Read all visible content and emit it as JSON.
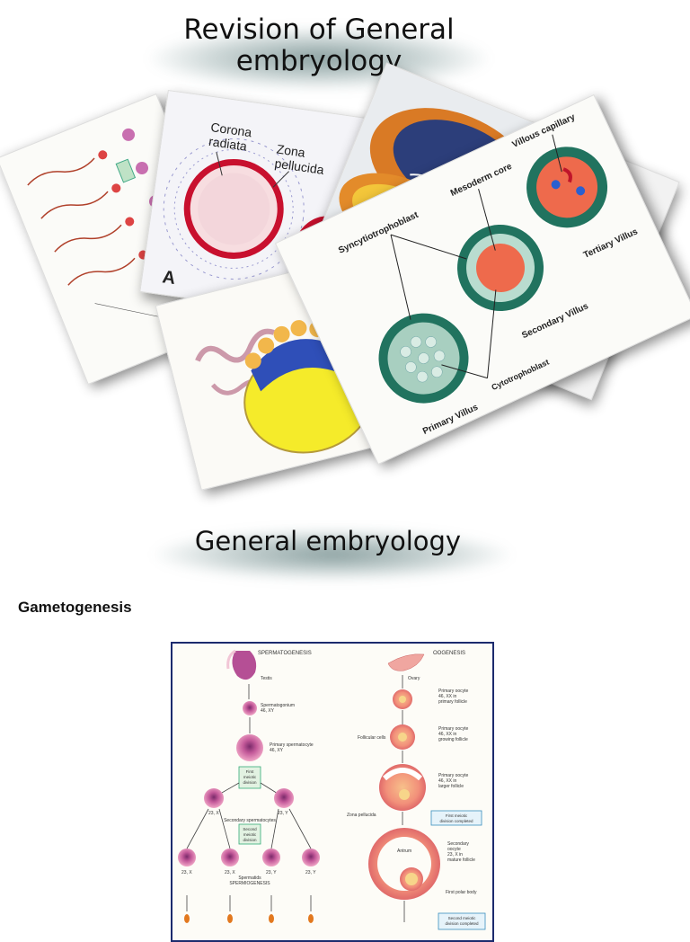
{
  "header": {
    "title_line1": "Revision of General",
    "title_line2": "embryology"
  },
  "section": {
    "heading": "General embryology",
    "subheading": "Gametogenesis"
  },
  "collage": {
    "card_corona": {
      "corona_line1": "Corona",
      "corona_line2": "radiata",
      "zona_line1": "Zona",
      "zona_line2": "pellucida",
      "panel_letter": "A"
    },
    "card_villi": {
      "syncytiotrophoblast": "Syncytiotrophoblast",
      "mesoderm_core": "Mesoderm core",
      "villous_capillary": "Villous capillary",
      "cytotrophoblast": "Cytotrophoblast",
      "primary_villus": "Primary Villus",
      "secondary_villus": "Secondary Villus",
      "tertiary_villus": "Tertiary Villus"
    }
  },
  "gametogenesis_figure": {
    "spermatogenesis_title": "SPERMATOGENESIS",
    "oogenesis_title": "OOGENESIS",
    "testis": "Testis",
    "spermatogonium": "Spermatogonium",
    "spermatogonium_karyotype": "46, XY",
    "primary_spermatocyte": "Primary spermatocyte",
    "primary_spermatocyte_karyotype": "46, XY",
    "first_meiotic_l1": "First",
    "first_meiotic_l2": "meiotic",
    "first_meiotic_l3": "division",
    "secondary_x": "23, X",
    "secondary_y": "23, Y",
    "secondary_spermatocytes": "Secondary spermatocytes",
    "second_meiotic_l1": "Second",
    "second_meiotic_l2": "meiotic",
    "second_meiotic_l3": "division",
    "spermatid_x1": "23, X",
    "spermatid_x2": "23, X",
    "spermatid_y1": "23, Y",
    "spermatid_y2": "23, Y",
    "spermatids": "Spermatids",
    "spermiogenesis": "SPERMIOGENESIS",
    "ovary": "Ovary",
    "oocyte1_l1": "Primary oocyte",
    "oocyte1_l2": "46, XX in",
    "oocyte1_l3": "primary follicle",
    "follicular_cells": "Follicular cells",
    "oocyte2_l1": "Primary oocyte",
    "oocyte2_l2": "46, XX in",
    "oocyte2_l3": "growing follicle",
    "oocyte3_l1": "Primary oocyte",
    "oocyte3_l2": "46, XX in",
    "oocyte3_l3": "larger follicle",
    "zona_pellucida": "Zona pellucida",
    "first_meiotic_done_l1": "First meiotic",
    "first_meiotic_done_l2": "division completed",
    "antrum": "Antrum",
    "sec_oocyte_l1": "Secondary",
    "sec_oocyte_l2": "oocyte",
    "sec_oocyte_l3": "23, X in",
    "sec_oocyte_l4": "mature follicle",
    "first_polar_body": "First polar body",
    "second_meiotic_partial_l1": "Second meiotic",
    "second_meiotic_partial_l2": "division completed"
  }
}
